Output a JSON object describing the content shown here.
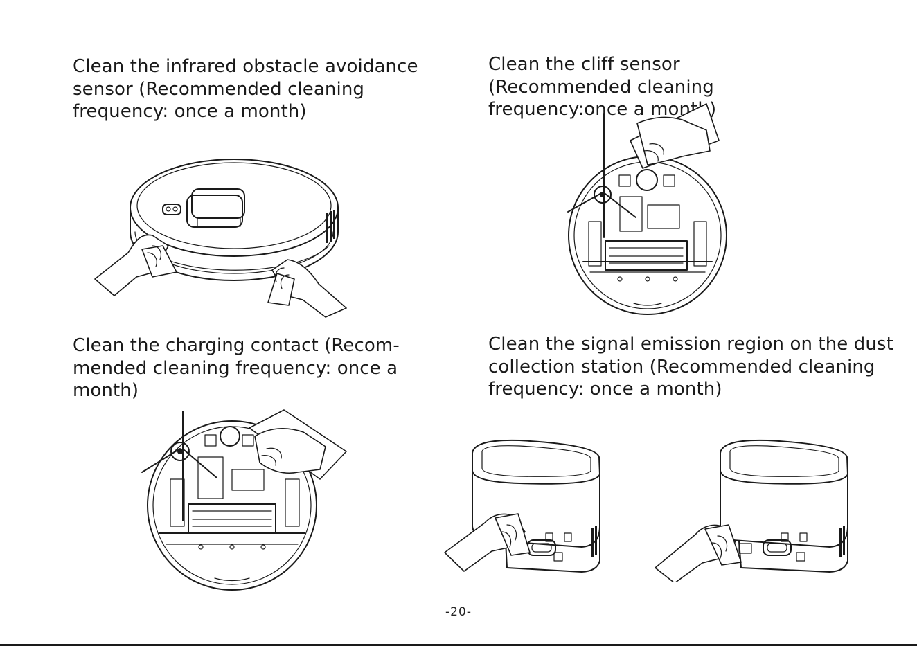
{
  "captions": {
    "infrared": "Clean the infrared obstacle avoidance sensor (Recommended cleaning frequency: once a month)",
    "cliff": "Clean the cliff sensor (Recommended cleaning frequency:once a month)",
    "charging": "Clean the charging contact (Recom-mended cleaning frequency: once a month)",
    "signal": "Clean the signal emission region on the dust collection station (Recommended cleaning frequency: once a month)"
  },
  "page_number": "-20-"
}
